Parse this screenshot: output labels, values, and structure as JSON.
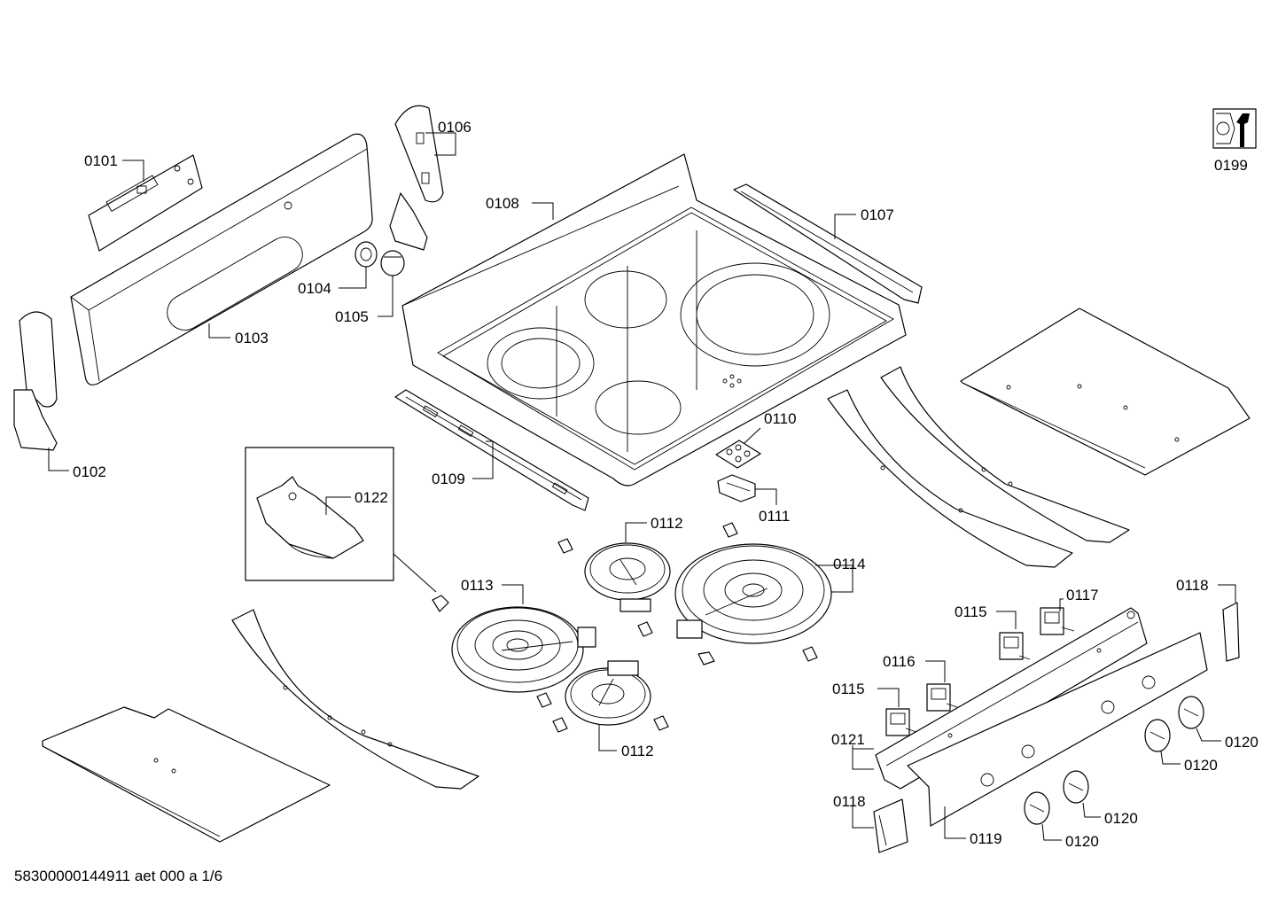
{
  "labels": {
    "p0101": "0101",
    "p0102": "0102",
    "p0103": "0103",
    "p0104": "0104",
    "p0105": "0105",
    "p0106": "0106",
    "p0107": "0107",
    "p0108": "0108",
    "p0109": "0109",
    "p0110": "0110",
    "p0111": "0111",
    "p0112a": "0112",
    "p0112b": "0112",
    "p0113": "0113",
    "p0114": "0114",
    "p0115a": "0115",
    "p0115b": "0115",
    "p0116": "0116",
    "p0117": "0117",
    "p0118a": "0118",
    "p0118b": "0118",
    "p0119": "0119",
    "p0120a": "0120",
    "p0120b": "0120",
    "p0120c": "0120",
    "p0120d": "0120",
    "p0121": "0121",
    "p0122": "0122",
    "p0199": "0199"
  },
  "footer": "58300000144911 aet 000 a 1/6",
  "icons": {
    "service": "wrench-tool-icon"
  }
}
